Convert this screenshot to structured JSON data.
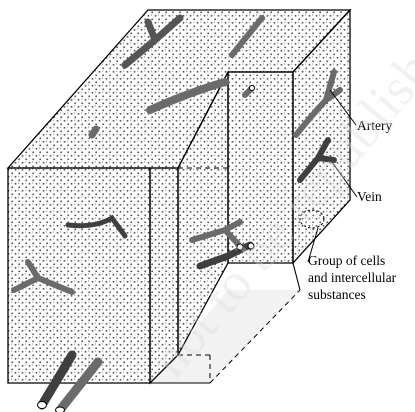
{
  "labels": {
    "artery": "Artery",
    "vein": "Vein",
    "group_line1": "Group of cells",
    "group_line2": "and intercellular",
    "group_line3": "substances"
  },
  "watermark": "not to be republished",
  "colors": {
    "outline": "#000000",
    "vessel": "#6b6b6b",
    "vessel_dark": "#3f3f3f",
    "dots": "#5a5a5a",
    "floor": "#f2f2f2"
  }
}
